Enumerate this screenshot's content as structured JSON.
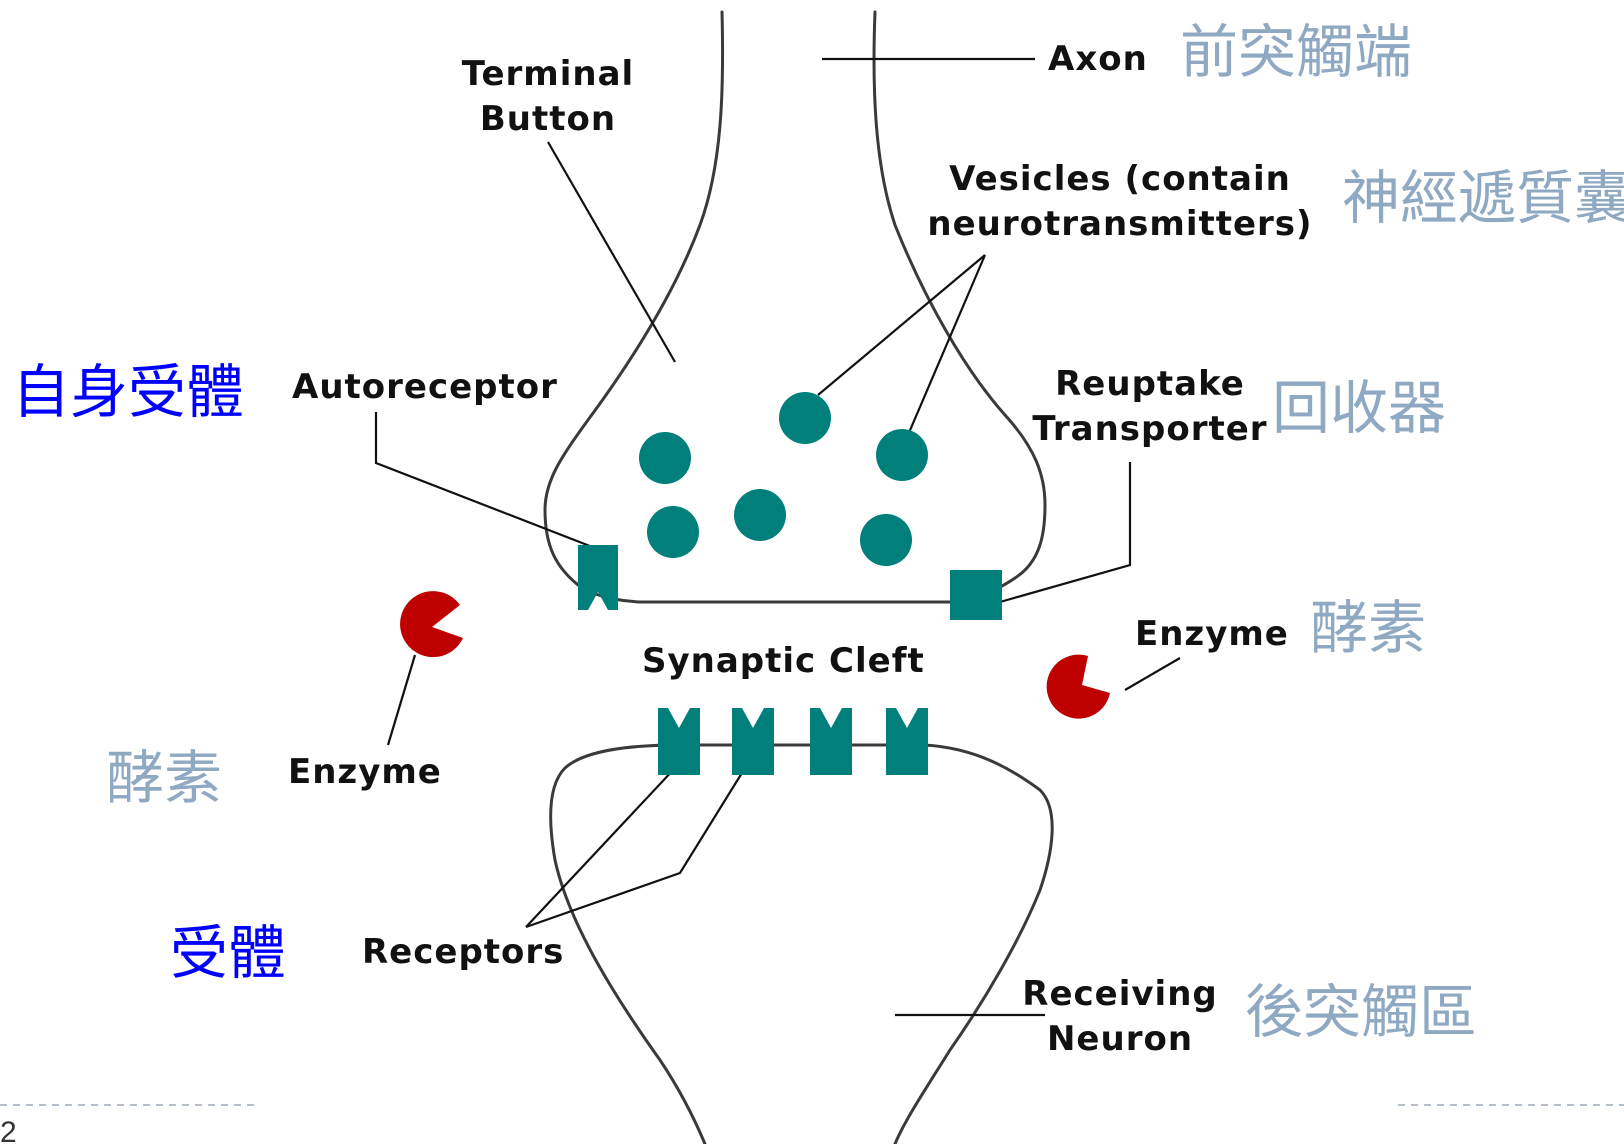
{
  "labels": {
    "axon": "Axon",
    "terminal_button_line1": "Terminal",
    "terminal_button_line2": "Button",
    "vesicles_line1": "Vesicles (contain",
    "vesicles_line2": "neurotransmitters)",
    "autoreceptor": "Autoreceptor",
    "reuptake_line1": "Reuptake",
    "reuptake_line2": "Transporter",
    "enzyme_right": "Enzyme",
    "synaptic_cleft": "Synaptic Cleft",
    "enzyme_left": "Enzyme",
    "receptors": "Receptors",
    "receiving_line1": "Receiving",
    "receiving_line2": "Neuron"
  },
  "chinese": {
    "axon": "前突觸端",
    "vesicles": "神經遞質囊",
    "autoreceptor": "自身受體",
    "reuptake": "回收器",
    "enzyme_right": "酵素",
    "enzyme_left": "酵素",
    "receptors": "受體",
    "receiving": "後突觸區"
  },
  "page_number": "2",
  "colors": {
    "teal": "#007f7b",
    "enzyme_red": "#bf0000",
    "chinese_blue": "#0000ff",
    "chinese_grey": "#8fa9c2",
    "outline": "#3a3a3a"
  }
}
